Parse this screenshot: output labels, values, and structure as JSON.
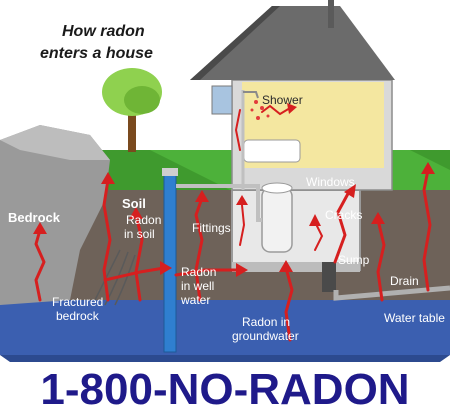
{
  "title": {
    "line1": "How radon",
    "line2": "enters a house"
  },
  "labels": {
    "shower": "Shower",
    "soil": "Soil",
    "radon_in_soil_1": "Radon",
    "radon_in_soil_2": "in soil",
    "bedrock": "Bedrock",
    "fittings": "Fittings",
    "windows": "Windows",
    "cracks": "Cracks",
    "sump": "Sump",
    "drain": "Drain",
    "radon_well_1": "Radon",
    "radon_well_2": "in well",
    "radon_well_3": "water",
    "fractured_1": "Fractured",
    "fractured_2": "bedrock",
    "groundwater_1": "Radon in",
    "groundwater_2": "groundwater",
    "water_table": "Water table"
  },
  "phone": "1-800-NO-RADON",
  "colors": {
    "radon_arrow": "#d61f1f",
    "grass": "#3f9a2e",
    "soil": "#6e6259",
    "water": "#3b5fb0",
    "bedrock": "#8a8a8a",
    "phone_text": "#1f1a8a"
  }
}
